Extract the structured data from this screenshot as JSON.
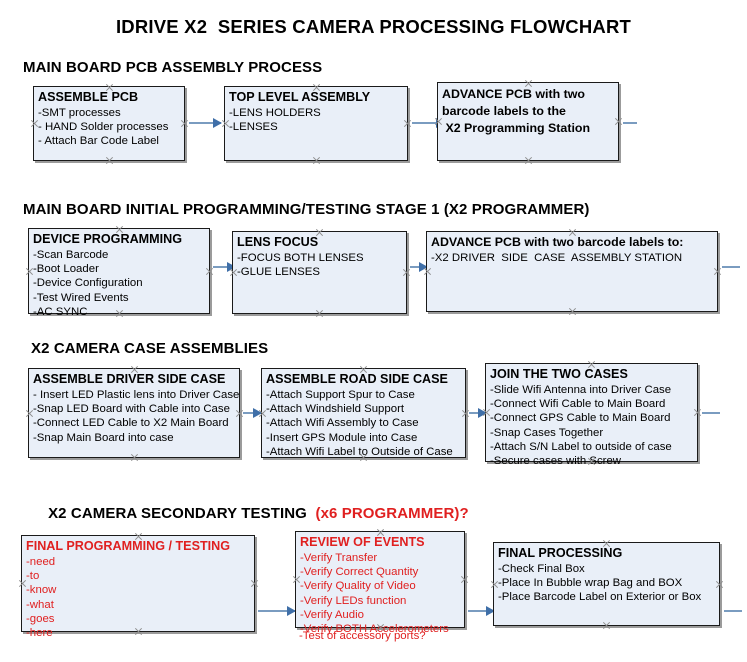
{
  "document": {
    "title": "IDRIVE X2  SERIES CAMERA PROCESSING FLOWCHART"
  },
  "colors": {
    "box_fill": "#e9eff8",
    "box_border": "#1a1a1a",
    "arrow": "#7a9cc0",
    "arrow_head": "#3f6fa8",
    "accent_red": "#e02020",
    "handle": "#8c8c8c"
  },
  "sections": [
    {
      "id": "main-board-pcb-assembly",
      "heading": "MAIN BOARD PCB ASSEMBLY PROCESS",
      "heading_accent": "",
      "boxes": [
        {
          "id": "assemble-pcb",
          "title": "ASSEMBLE PCB",
          "lines": [
            "-SMT processes",
            "- HAND Solder processes",
            "- Attach Bar Code Label"
          ]
        },
        {
          "id": "top-level-assembly",
          "title": "TOP LEVEL ASSEMBLY",
          "lines": [
            "-LENS HOLDERS",
            "-LENSES"
          ]
        },
        {
          "id": "advance-pcb-to-programming-station",
          "title": "",
          "lines": [
            "ADVANCE PCB with two",
            "barcode labels to the",
            " X2 Programming Station"
          ]
        }
      ]
    },
    {
      "id": "main-board-initial-programming",
      "heading": "MAIN BOARD INITIAL PROGRAMMING/TESTING STAGE 1 (X2 PROGRAMMER)",
      "heading_accent": "",
      "boxes": [
        {
          "id": "device-programming",
          "title": "DEVICE PROGRAMMING",
          "lines": [
            "-Scan Barcode",
            "-Boot Loader",
            "-Device Configuration",
            "-Test Wired Events",
            "-AC SYNC"
          ]
        },
        {
          "id": "lens-focus",
          "title": "LENS FOCUS",
          "lines": [
            "-FOCUS BOTH LENSES",
            "-GLUE LENSES"
          ]
        },
        {
          "id": "advance-pcb-to-driver-side-case",
          "title": "ADVANCE PCB with two barcode labels to:",
          "lines": [
            "-X2 DRIVER  SIDE  CASE  ASSEMBLY STATION"
          ]
        }
      ]
    },
    {
      "id": "x2-camera-case-assemblies",
      "heading": "X2 CAMERA CASE ASSEMBLIES",
      "heading_accent": "",
      "boxes": [
        {
          "id": "assemble-driver-side-case",
          "title": "ASSEMBLE DRIVER SIDE CASE",
          "lines": [
            "- Insert LED Plastic lens into Driver Case",
            "-Snap LED Board with Cable into Case",
            "-Connect LED Cable to X2 Main Board",
            "-Snap Main Board into case"
          ]
        },
        {
          "id": "assemble-road-side-case",
          "title": "ASSEMBLE ROAD SIDE CASE",
          "lines": [
            "-Attach Support Spur to Case",
            "-Attach Windshield Support",
            "-Attach Wifi Assembly to Case",
            "-Insert GPS Module into Case",
            "-Attach Wifi Label to Outside of Case"
          ]
        },
        {
          "id": "join-the-two-cases",
          "title": "JOIN THE TWO CASES",
          "lines": [
            "-Slide Wifi Antenna into Driver Case",
            "-Connect Wifi Cable to Main Board",
            "-Connect GPS Cable to Main Board",
            "-Snap Cases Together",
            "-Attach S/N Label to outside of case",
            "-Secure cases with Screw"
          ]
        }
      ]
    },
    {
      "id": "x2-camera-secondary-testing",
      "heading": "X2 CAMERA SECONDARY TESTING  ",
      "heading_accent": "(x6 PROGRAMMER)?",
      "boxes": [
        {
          "id": "final-programming-testing",
          "title": "FINAL PROGRAMMING / TESTING",
          "lines": [
            "-need",
            "-to",
            "-know",
            "-what",
            "-goes",
            "-here"
          ]
        },
        {
          "id": "review-of-events",
          "title": "REVIEW OF EVENTS",
          "lines": [
            "-Verify Transfer",
            "-Verify Correct Quantity",
            "-Verify Quality of Video",
            "-Verify LEDs function",
            "-Verify Audio",
            "-Verify BOTH Accelerometers"
          ],
          "overflow_line": "-Test of accessory ports?"
        },
        {
          "id": "final-processing",
          "title": "FINAL PROCESSING",
          "lines": [
            "-Check Final Box",
            "-Place In Bubble wrap Bag and BOX",
            "-Place Barcode Label on Exterior or Box"
          ]
        }
      ]
    }
  ]
}
